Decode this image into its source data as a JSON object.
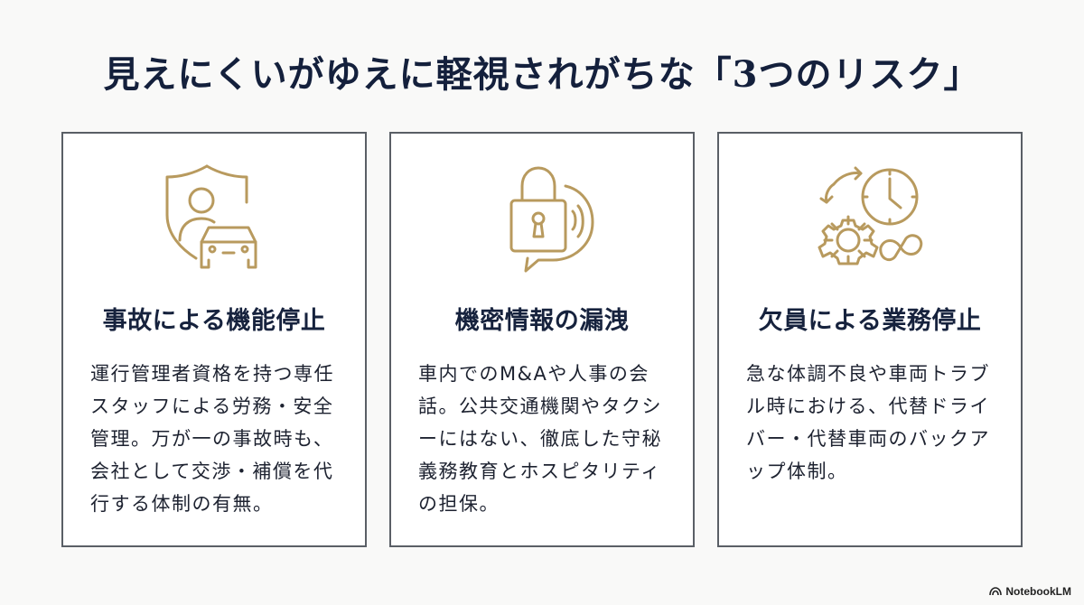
{
  "title": "見えにくいがゆえに軽視されがちな「3つのリスク」",
  "cards": [
    {
      "icon": "shield-person-car-icon",
      "title": "事故による機能停止",
      "body": "運行管理者資格を持つ専任スタッフによる労務・安全管理。万が一の事故時も、会社として交渉・補償を代行する体制の有無。"
    },
    {
      "icon": "padlock-speech-icon",
      "title": "機密情報の漏洩",
      "body": "車内でのM&Aや人事の会話。公共交通機関やタクシーにはない、徹底した守秘義務教育とホスピタリティの担保。"
    },
    {
      "icon": "clock-gear-infinity-icon",
      "title": "欠員による業務停止",
      "body": "急な体調不良や車両トラブル時における、代替ドライバー・代替車両のバックアップ体制。"
    }
  ],
  "footer": {
    "brand": "NotebookLM"
  },
  "colors": {
    "accent_gold": "#b89a5e",
    "navy": "#16223d",
    "border": "#5a5f66"
  }
}
